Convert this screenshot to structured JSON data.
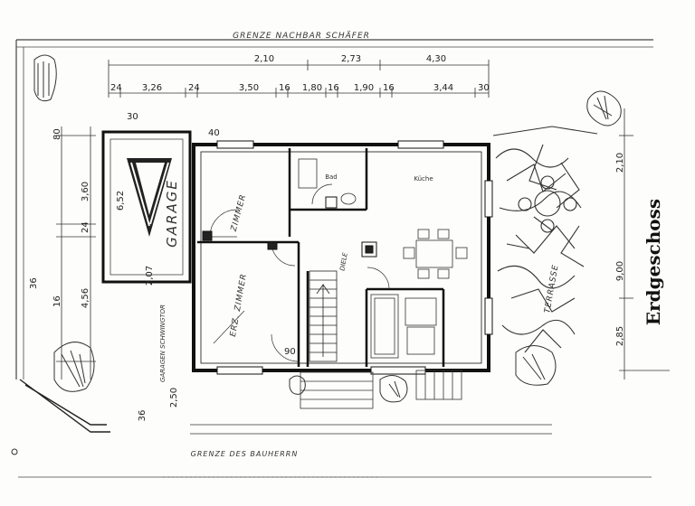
{
  "title": "Erdgeschoss",
  "boundary_top": "GRENZE NACHBAR SCHÄFER",
  "boundary_bottom": "GRENZE DES BAUHERRN",
  "rooms": {
    "zimmer": "ZIMMER",
    "bad": "Bad",
    "kueche": "Küche",
    "erz_zimmer": "ERZ. ZIMMER",
    "garage": "GARAGE",
    "terrasse": "TERRASSE",
    "diele": "DIELE"
  },
  "labels": {
    "garagen_schwingtor": "GARAGEN SCHWINGTOR"
  },
  "dims_top_overall": [
    "2,10",
    "2,73",
    "4,30"
  ],
  "dims_top_detail": [
    "24",
    "3,26",
    "24",
    "3,50",
    "16",
    "1,80",
    "16",
    "1,90",
    "16",
    "3,44",
    "30"
  ],
  "dims_left": [
    "80",
    "3,60",
    "24",
    "4,56",
    "16",
    "36"
  ],
  "dims_garage": [
    "6,52",
    "2,07",
    "2,50",
    "36"
  ],
  "dims_right": [
    "2,10",
    "9,00",
    "2,85"
  ],
  "dims_misc": [
    "30",
    "40",
    "90"
  ]
}
